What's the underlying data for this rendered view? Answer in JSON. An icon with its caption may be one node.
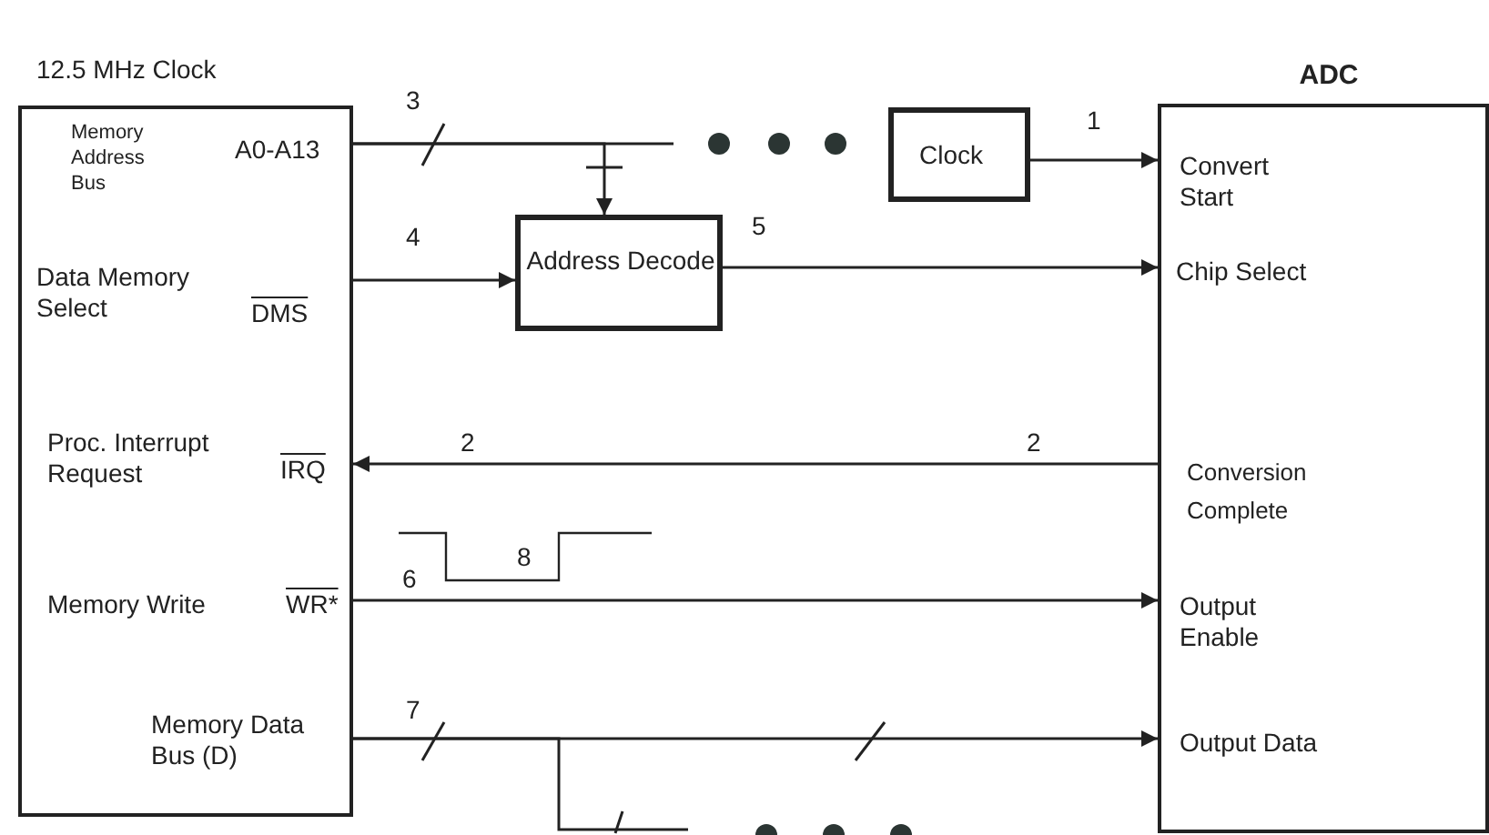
{
  "diagram": {
    "nodes": [
      {
        "text": [
          "12.5 MHz Clock",
          "Memory Address Bus",
          "A0-A13",
          "Data Memory Select",
          "DMS",
          "Proc. Interrupt Request",
          "IRQ",
          "Memory Write",
          "WR*",
          "Memory Data Bus (D)"
        ]
      },
      {
        "text": [
          "ADC",
          "Convert Start",
          "Chip Select",
          "Conversion Complete",
          "Output Enable",
          "Output Data"
        ]
      },
      {
        "text": [
          "Clock"
        ]
      },
      {
        "text": [
          "Address Decode"
        ]
      }
    ],
    "edges": [
      {
        "from": 0,
        "to": null,
        "arrow": "none",
        "label": "3"
      },
      {
        "from": 0,
        "to": 3,
        "arrow": "to"
      },
      {
        "from": 2,
        "to": 1,
        "arrow": "to",
        "label": "1"
      },
      {
        "from": 0,
        "to": 3,
        "arrow": "to",
        "label": "4"
      },
      {
        "from": 3,
        "to": 1,
        "arrow": "to",
        "label": "5"
      },
      {
        "from": 1,
        "to": 0,
        "arrow": "to",
        "label": "2"
      },
      {
        "from": 0,
        "to": 1,
        "arrow": "to",
        "label": "6"
      },
      {
        "from": 0,
        "to": 1,
        "arrow": "to",
        "label": "7"
      },
      {
        "from": 0,
        "to": null,
        "arrow": "none"
      }
    ],
    "labels": [
      "2",
      "8"
    ]
  }
}
